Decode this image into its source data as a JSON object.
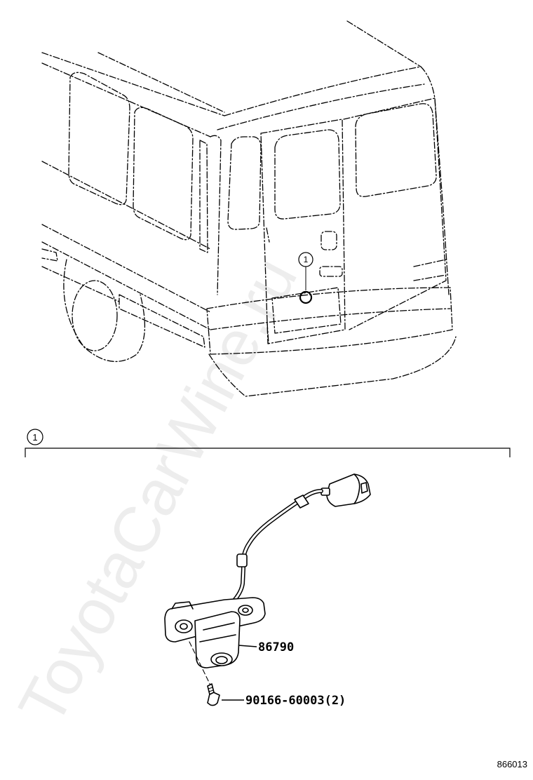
{
  "watermark": "ToyotaCarWine.ru",
  "callout_top": "1",
  "callout_section": "1",
  "parts": {
    "camera_number": "86790",
    "screw_number": "90166-60003(2)"
  },
  "diagram_code": "866013"
}
